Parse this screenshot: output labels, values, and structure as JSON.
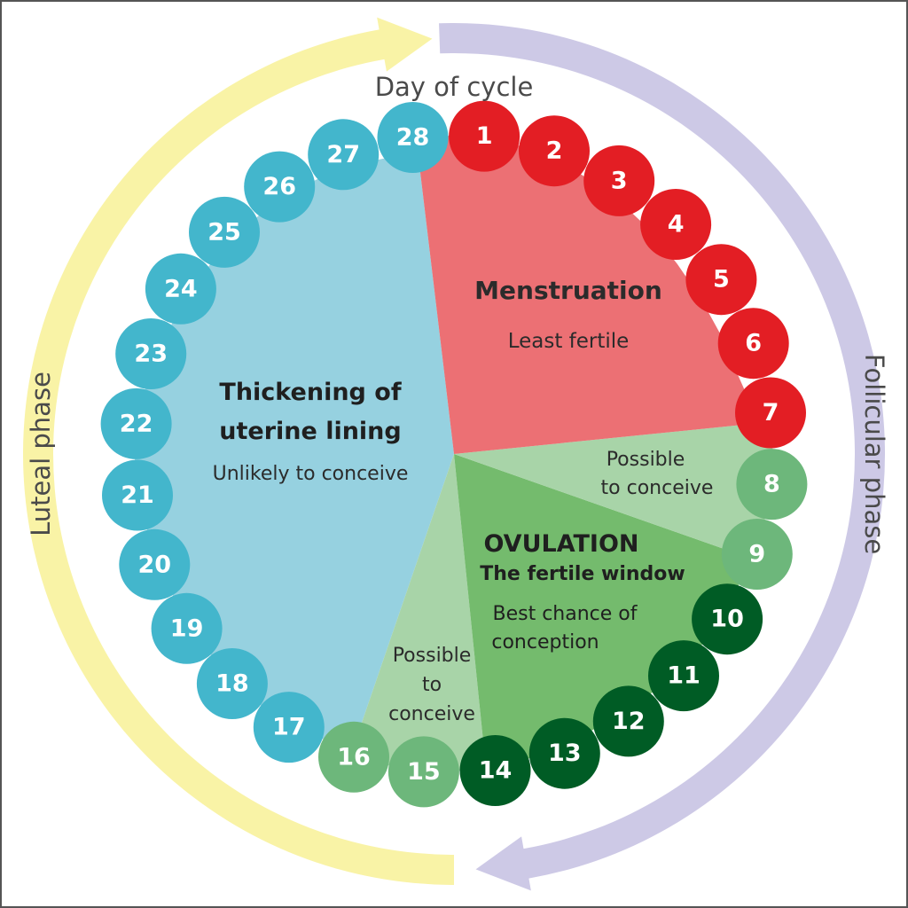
{
  "title": "Day of cycle",
  "phases": [
    {
      "label": "Follicular phase",
      "color": "#cdc9e6"
    },
    {
      "label": "Luteal phase",
      "color": "#f9f3a6"
    }
  ],
  "regions": {
    "menstruation": {
      "heading": "Menstruation",
      "subtext": "Least fertile",
      "color": "#ec7074"
    },
    "possible_early": {
      "line1": "Possible",
      "line2": "to conceive",
      "color": "#a8d4a8"
    },
    "ovulation": {
      "heading": "OVULATION",
      "subheading": "The fertile window",
      "line1": "Best chance of",
      "line2": "conception",
      "color": "#74bb6d"
    },
    "possible_late": {
      "line1": "Possible",
      "line2": "to",
      "line3": "conceive",
      "color": "#a8d4a8"
    },
    "luteal": {
      "heading1": "Thickening of",
      "heading2": "uterine lining",
      "subtext": "Unlikely to conceive",
      "color": "#96d1e0"
    }
  },
  "days": [
    {
      "day": "1",
      "color": "#e31e24"
    },
    {
      "day": "2",
      "color": "#e31e24"
    },
    {
      "day": "3",
      "color": "#e31e24"
    },
    {
      "day": "4",
      "color": "#e31e24"
    },
    {
      "day": "5",
      "color": "#e31e24"
    },
    {
      "day": "6",
      "color": "#e31e24"
    },
    {
      "day": "7",
      "color": "#e31e24"
    },
    {
      "day": "8",
      "color": "#6db77b"
    },
    {
      "day": "9",
      "color": "#6db77b"
    },
    {
      "day": "10",
      "color": "#005c25"
    },
    {
      "day": "11",
      "color": "#005c25"
    },
    {
      "day": "12",
      "color": "#005c25"
    },
    {
      "day": "13",
      "color": "#005c25"
    },
    {
      "day": "14",
      "color": "#005c25"
    },
    {
      "day": "15",
      "color": "#6db77b"
    },
    {
      "day": "16",
      "color": "#6db77b"
    },
    {
      "day": "17",
      "color": "#43b6cc"
    },
    {
      "day": "18",
      "color": "#43b6cc"
    },
    {
      "day": "19",
      "color": "#43b6cc"
    },
    {
      "day": "20",
      "color": "#43b6cc"
    },
    {
      "day": "21",
      "color": "#43b6cc"
    },
    {
      "day": "22",
      "color": "#43b6cc"
    },
    {
      "day": "23",
      "color": "#43b6cc"
    },
    {
      "day": "24",
      "color": "#43b6cc"
    },
    {
      "day": "25",
      "color": "#43b6cc"
    },
    {
      "day": "26",
      "color": "#43b6cc"
    },
    {
      "day": "27",
      "color": "#43b6cc"
    },
    {
      "day": "28",
      "color": "#43b6cc"
    }
  ]
}
